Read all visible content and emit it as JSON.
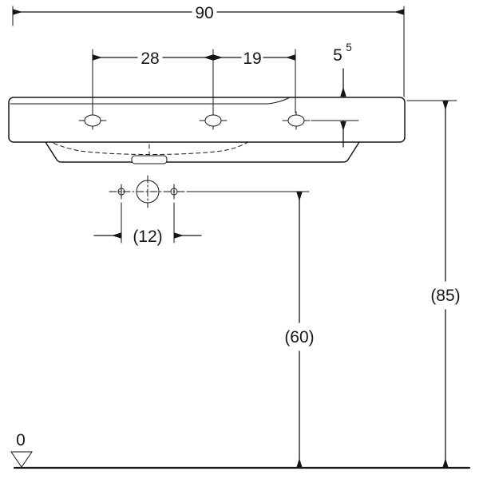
{
  "drawing": {
    "subject": "Washbasin technical dimension drawing, front elevation",
    "colors": {
      "line": "#161616",
      "background": "#ffffff"
    },
    "labels": {
      "overall_width": "90",
      "tap_spacing_left": "28",
      "tap_spacing_right": "19",
      "deck_height_base": "5",
      "deck_height_sup": "5",
      "fixing_hole_spacing": "(12)",
      "drain_height": "(60)",
      "rim_height": "(85)",
      "datum_level": "0"
    }
  }
}
